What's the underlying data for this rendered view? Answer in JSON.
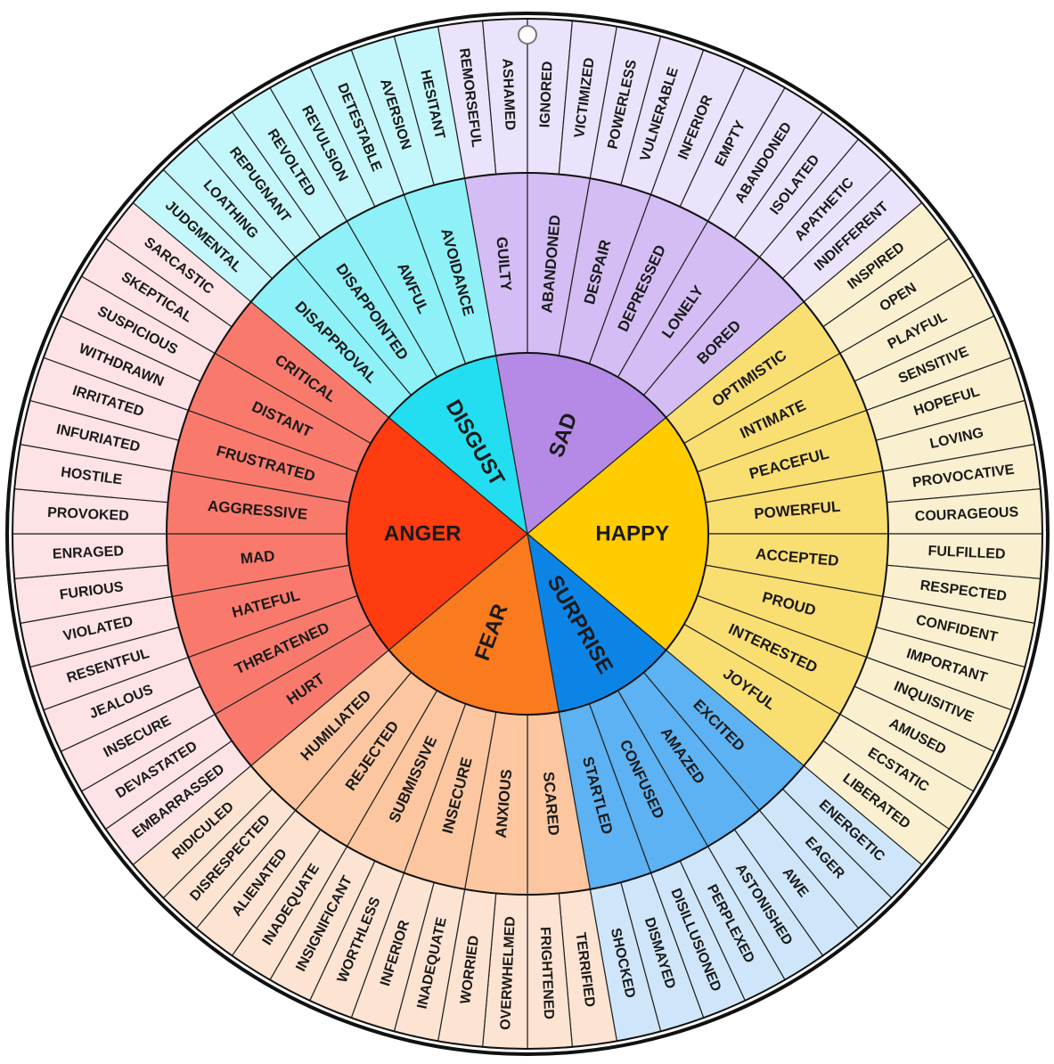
{
  "wheel": {
    "core": [
      {
        "name": "ANGER",
        "color": "#ff3b10",
        "mid_color": "#f97a6c",
        "outer_color": "#fde2e6",
        "mid": [
          {
            "label": "HURT",
            "outer": [
              "EMBARRASSED",
              "DEVASTATED"
            ]
          },
          {
            "label": "THREATENED",
            "outer": [
              "INSECURE",
              "JEALOUS"
            ]
          },
          {
            "label": "HATEFUL",
            "outer": [
              "RESENTFUL",
              "VIOLATED"
            ]
          },
          {
            "label": "MAD",
            "outer": [
              "FURIOUS",
              "ENRAGED"
            ]
          },
          {
            "label": "AGGRESSIVE",
            "outer": [
              "PROVOKED",
              "HOSTILE"
            ]
          },
          {
            "label": "FRUSTRATED",
            "outer": [
              "INFURIATED",
              "IRRITATED"
            ]
          },
          {
            "label": "DISTANT",
            "outer": [
              "WITHDRAWN",
              "SUSPICIOUS"
            ]
          },
          {
            "label": "CRITICAL",
            "outer": [
              "SKEPTICAL",
              "SARCASTIC"
            ]
          }
        ]
      },
      {
        "name": "DISGUST",
        "color": "#22def0",
        "mid_color": "#8ef1f8",
        "outer_color": "#c4f7fb",
        "mid": [
          {
            "label": "DISAPPROVAL",
            "outer": [
              "JUDGMENTAL",
              "LOATHING"
            ]
          },
          {
            "label": "DISAPPOINTED",
            "outer": [
              "REPUGNANT",
              "REVOLTED"
            ]
          },
          {
            "label": "AWFUL",
            "outer": [
              "REVULSION",
              "DETESTABLE"
            ]
          },
          {
            "label": "AVOIDANCE",
            "outer": [
              "AVERSION",
              "HESITANT"
            ]
          }
        ]
      },
      {
        "name": "SAD",
        "color": "#b48ae6",
        "mid_color": "#d3bdf4",
        "outer_color": "#ebe2fb",
        "mid": [
          {
            "label": "GUILTY",
            "outer": [
              "REMORSEFUL",
              "ASHAMED"
            ]
          },
          {
            "label": "ABANDONED",
            "outer": [
              "IGNORED",
              "VICTIMIZED"
            ]
          },
          {
            "label": "DESPAIR",
            "outer": [
              "POWERLESS",
              "VULNERABLE"
            ]
          },
          {
            "label": "DEPRESSED",
            "outer": [
              "INFERIOR",
              "EMPTY"
            ]
          },
          {
            "label": "LONELY",
            "outer": [
              "ABANDONED",
              "ISOLATED"
            ]
          },
          {
            "label": "BORED",
            "outer": [
              "APATHETIC",
              "INDIFFERENT"
            ]
          }
        ]
      },
      {
        "name": "HAPPY",
        "color": "#ffcc00",
        "mid_color": "#f9de72",
        "outer_color": "#faf0d0",
        "mid": [
          {
            "label": "OPTIMISTIC",
            "outer": [
              "INSPIRED",
              "OPEN"
            ]
          },
          {
            "label": "INTIMATE",
            "outer": [
              "PLAYFUL",
              "SENSITIVE"
            ]
          },
          {
            "label": "PEACEFUL",
            "outer": [
              "HOPEFUL",
              "LOVING"
            ]
          },
          {
            "label": "POWERFUL",
            "outer": [
              "PROVOCATIVE",
              "COURAGEOUS"
            ]
          },
          {
            "label": "ACCEPTED",
            "outer": [
              "FULFILLED",
              "RESPECTED"
            ]
          },
          {
            "label": "PROUD",
            "outer": [
              "CONFIDENT",
              "IMPORTANT"
            ]
          },
          {
            "label": "INTERESTED",
            "outer": [
              "INQUISITIVE",
              "AMUSED"
            ]
          },
          {
            "label": "JOYFUL",
            "outer": [
              "ECSTATIC",
              "LIBERATED"
            ]
          }
        ]
      },
      {
        "name": "SURPRISE",
        "color": "#0b84e6",
        "mid_color": "#5cb2f2",
        "outer_color": "#cfe6fa",
        "mid": [
          {
            "label": "EXCITED",
            "outer": [
              "ENERGETIC",
              "EAGER"
            ]
          },
          {
            "label": "AMAZED",
            "outer": [
              "AWE",
              "ASTONISHED"
            ]
          },
          {
            "label": "CONFUSED",
            "outer": [
              "PERPLEXED",
              "DISILLUSIONED"
            ]
          },
          {
            "label": "STARTLED",
            "outer": [
              "DISMAYED",
              "SHOCKED"
            ]
          }
        ]
      },
      {
        "name": "FEAR",
        "color": "#fa7a1e",
        "mid_color": "#fbc6a0",
        "outer_color": "#fde3d2",
        "mid": [
          {
            "label": "SCARED",
            "outer": [
              "TERRIFIED",
              "FRIGHTENED"
            ]
          },
          {
            "label": "ANXIOUS",
            "outer": [
              "OVERWHELMED",
              "WORRIED"
            ]
          },
          {
            "label": "INSECURE",
            "outer": [
              "INADEQUATE",
              "INFERIOR"
            ]
          },
          {
            "label": "SUBMISSIVE",
            "outer": [
              "WORTHLESS",
              "INSIGNIFICANT"
            ]
          },
          {
            "label": "REJECTED",
            "outer": [
              "INADEQUATE",
              "ALIENATED"
            ]
          },
          {
            "label": "HUMILIATED",
            "outer": [
              "DISRESPECTED",
              "RIDICULED"
            ]
          }
        ]
      }
    ]
  }
}
